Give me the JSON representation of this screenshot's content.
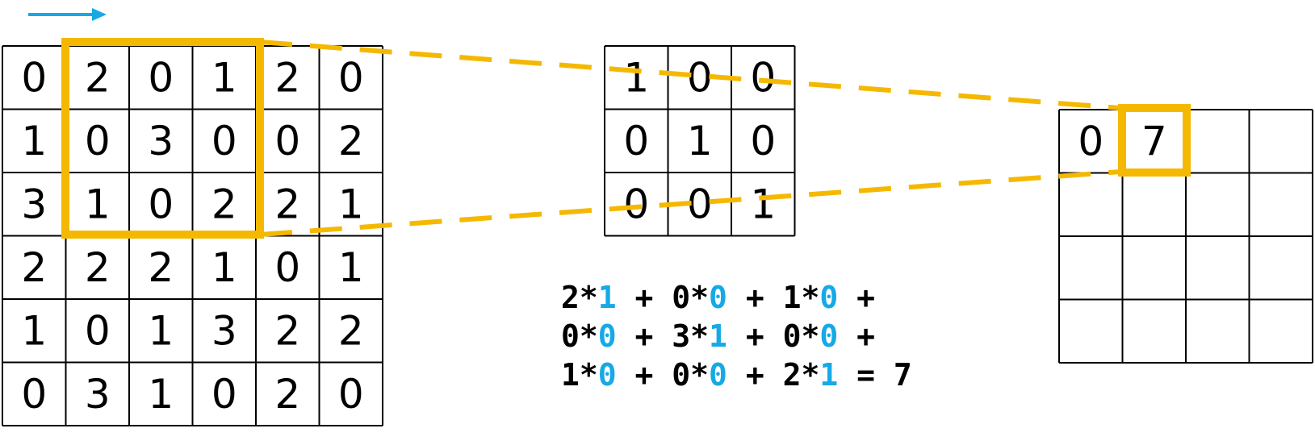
{
  "colors": {
    "grid": "#000000",
    "highlight": "#f5b800",
    "arrow": "#16a9e6",
    "kernel_value": "#16a9e6"
  },
  "input_matrix": [
    [
      "0",
      "2",
      "0",
      "1",
      "2",
      "0"
    ],
    [
      "1",
      "0",
      "3",
      "0",
      "0",
      "2"
    ],
    [
      "3",
      "1",
      "0",
      "2",
      "2",
      "1"
    ],
    [
      "2",
      "2",
      "2",
      "1",
      "0",
      "1"
    ],
    [
      "1",
      "0",
      "1",
      "3",
      "2",
      "2"
    ],
    [
      "0",
      "3",
      "1",
      "0",
      "2",
      "0"
    ]
  ],
  "kernel_matrix": [
    [
      "1",
      "0",
      "0"
    ],
    [
      "0",
      "1",
      "0"
    ],
    [
      "0",
      "0",
      "1"
    ]
  ],
  "output_matrix": [
    [
      "0",
      "7",
      "",
      ""
    ],
    [
      "",
      "",
      "",
      ""
    ],
    [
      "",
      "",
      "",
      ""
    ],
    [
      "",
      "",
      "",
      ""
    ]
  ],
  "calculation": [
    [
      {
        "t": "2*"
      },
      {
        "t": "1",
        "k": true
      },
      {
        "t": " + 0*"
      },
      {
        "t": "0",
        "k": true
      },
      {
        "t": " + 1*"
      },
      {
        "t": "0",
        "k": true
      },
      {
        "t": " +"
      }
    ],
    [
      {
        "t": "0*"
      },
      {
        "t": "0",
        "k": true
      },
      {
        "t": " + 3*"
      },
      {
        "t": "1",
        "k": true
      },
      {
        "t": " + 0*"
      },
      {
        "t": "0",
        "k": true
      },
      {
        "t": " +"
      }
    ],
    [
      {
        "t": "1*"
      },
      {
        "t": "0",
        "k": true
      },
      {
        "t": " + 0*"
      },
      {
        "t": "0",
        "k": true
      },
      {
        "t": " + 2*"
      },
      {
        "t": "1",
        "k": true
      },
      {
        "t": " = 7"
      }
    ]
  ]
}
